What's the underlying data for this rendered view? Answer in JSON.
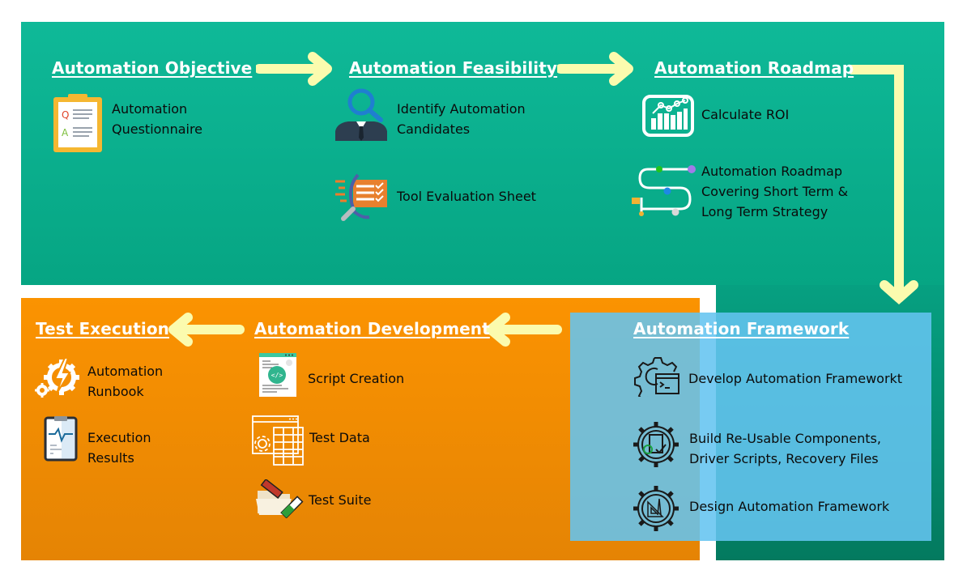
{
  "colors": {
    "green_top": "#0fb998",
    "green_bottom": "#037a5f",
    "orange": "#fb9301",
    "blue": "#64c4f0",
    "arrow": "#fbfbae",
    "heading_text": "#ffffff",
    "item_text": "#0b0b0b"
  },
  "stages": [
    {
      "title": "Automation Objective",
      "items": [
        {
          "icon": "qa-clipboard-icon",
          "label": "Automation\nQuestionnaire"
        }
      ]
    },
    {
      "title": "Automation Feasibility",
      "items": [
        {
          "icon": "person-magnifier-icon",
          "label": "Identify Automation\nCandidates"
        },
        {
          "icon": "checklist-magnifier-icon",
          "label": "Tool Evaluation Sheet"
        }
      ]
    },
    {
      "title": "Automation Roadmap",
      "items": [
        {
          "icon": "roi-chart-icon",
          "label": "Calculate ROI"
        },
        {
          "icon": "roadmap-path-icon",
          "label": "Automation Roadmap\nCovering Short Term &\nLong Term Strategy"
        }
      ]
    },
    {
      "title": "Automation Framework",
      "items": [
        {
          "icon": "gear-terminal-icon",
          "label": "Develop Automation Frameworkt"
        },
        {
          "icon": "gear-clipboard-icon",
          "label": "Build Re-Usable Components,\nDriver Scripts, Recovery Files"
        },
        {
          "icon": "gear-design-icon",
          "label": "Design Automation Framework"
        }
      ]
    },
    {
      "title": "Automation Development",
      "items": [
        {
          "icon": "code-script-icon",
          "label": "Script Creation"
        },
        {
          "icon": "data-table-icon",
          "label": "Test Data"
        },
        {
          "icon": "folder-testtube-icon",
          "label": "Test Suite"
        }
      ]
    },
    {
      "title": "Test Execution",
      "items": [
        {
          "icon": "gear-lightning-icon",
          "label": "Automation\nRunbook"
        },
        {
          "icon": "results-clipboard-icon",
          "label": "Execution\nResults"
        }
      ]
    }
  ],
  "flow": [
    "Automation Objective",
    "Automation Feasibility",
    "Automation Roadmap",
    "Automation Framework",
    "Automation Development",
    "Test Execution"
  ]
}
